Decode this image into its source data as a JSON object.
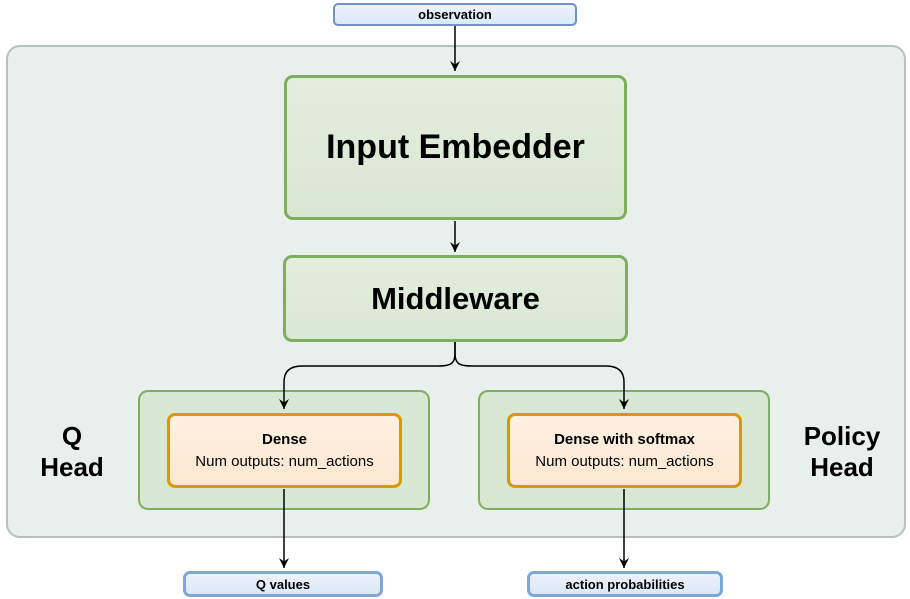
{
  "nodes": {
    "observation": {
      "label": "observation"
    },
    "input_embedder": {
      "label": "Input Embedder"
    },
    "middleware": {
      "label": "Middleware"
    },
    "q_head": {
      "line1": "Q",
      "line2": "Head"
    },
    "policy_head": {
      "line1": "Policy",
      "line2": "Head"
    },
    "dense": {
      "title": "Dense",
      "subtitle": "Num outputs: num_actions"
    },
    "dense_softmax": {
      "title": "Dense with softmax",
      "subtitle": "Num outputs: num_actions"
    },
    "q_values": {
      "label": "Q values"
    },
    "action_probabilities": {
      "label": "action probabilities"
    }
  },
  "colors": {
    "blue_fill": "#dce8f7",
    "blue_border": "#7291c4",
    "blue_thick_border": "#7ea6d8",
    "green_fill": "#d9e8d2",
    "green_border": "#7fae5e",
    "orange_fill": "#fde8d1",
    "orange_border": "#d79b00",
    "outer_fill": "#e9efec",
    "outer_border": "#b8bfbc",
    "arrow_color": "#000000"
  }
}
